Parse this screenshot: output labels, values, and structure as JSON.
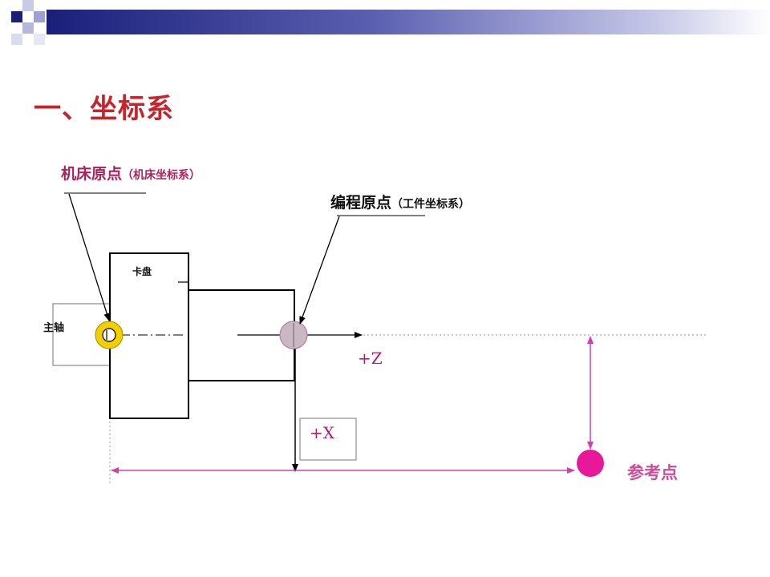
{
  "slide": {
    "title": "一、坐标系"
  },
  "labels": {
    "machine_origin": "机床原点",
    "machine_origin_note": "（机床坐标系）",
    "program_origin": "编程原点",
    "program_origin_note": "（工件坐标系）",
    "chuck": "卡盘",
    "spindle": "主轴",
    "plus_z": "+Z",
    "plus_x": "+X",
    "reference_point": "参考点"
  },
  "colors": {
    "title": "#c8222a",
    "machine_label": "#b0205a",
    "axis_label": "#b0206a",
    "reference_point": "#e8189a",
    "reference_dim": "#d040b0",
    "machine_origin_ring": "#f2d000",
    "program_origin_fill": "#c9b8c4",
    "banner_dark": "#1a1f7a"
  }
}
